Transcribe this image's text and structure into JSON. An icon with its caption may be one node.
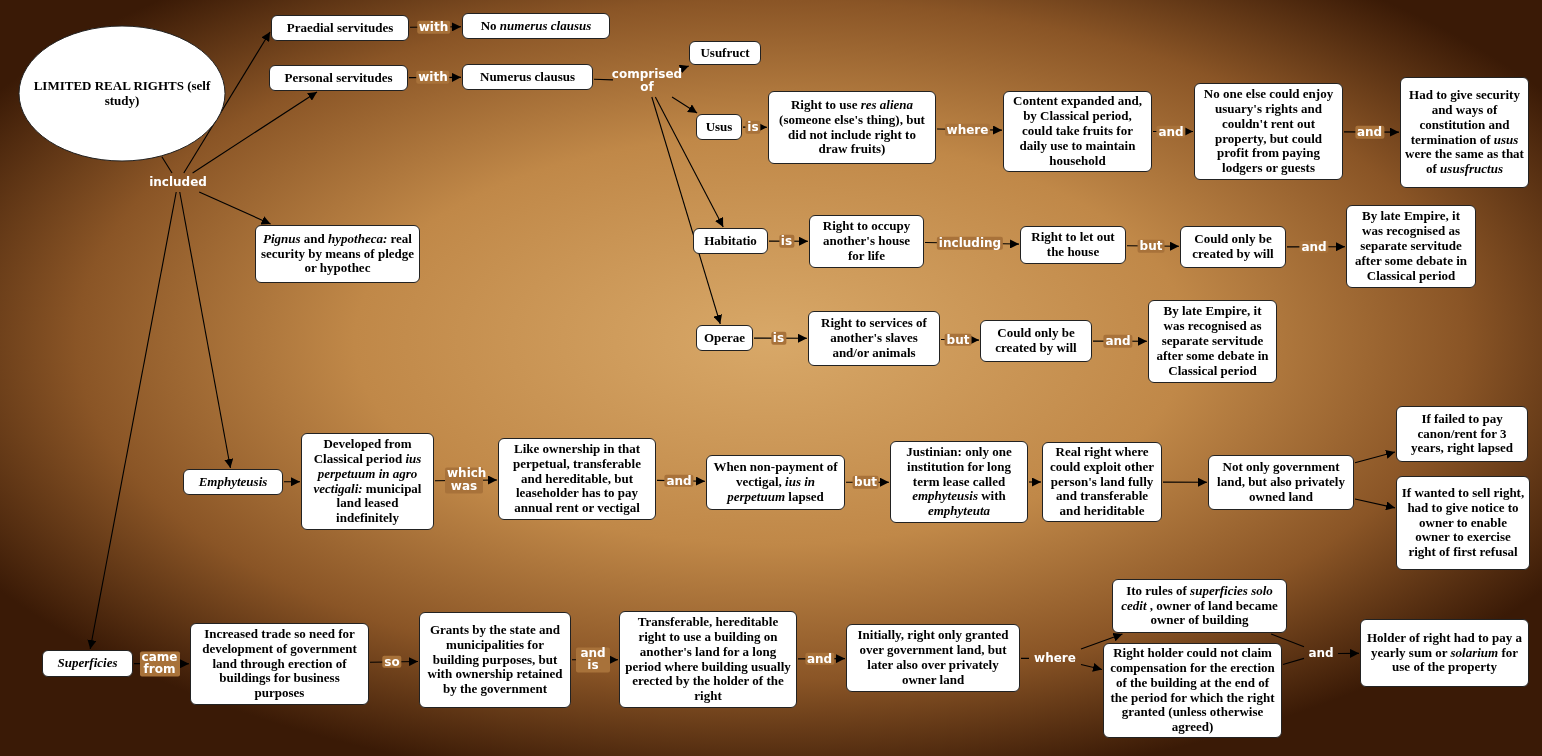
{
  "diagram": {
    "nodes": [
      {
        "text": [
          "LIMITED REAL RIGHTS (self study)"
        ]
      },
      {
        "text": [
          "included"
        ]
      },
      {
        "text": [
          "Praedial servitudes"
        ]
      },
      {
        "text": [
          "No *numerus clausus*"
        ]
      },
      {
        "text": [
          "Personal servitudes"
        ]
      },
      {
        "text": [
          "Numerus clausus"
        ]
      },
      {
        "text": [
          "comprised of"
        ]
      },
      {
        "text": [
          "Usufruct"
        ]
      },
      {
        "text": [
          "Usus"
        ]
      },
      {
        "text": [
          "Right to use *res aliena* (someone else's thing), but did not include right to draw fruits)"
        ]
      },
      {
        "text": [
          "Content expanded and, by Classical period, could take fruits for daily use to maintain household"
        ]
      },
      {
        "text": [
          "No one else could enjoy usuary's rights and couldn't rent out property, but could profit from paying lodgers or guests"
        ]
      },
      {
        "text": [
          "Had to give security and ways of constitution and termination of *usus* were the same as that of *ususfructus*"
        ]
      },
      {
        "text": [
          "Habitatio"
        ]
      },
      {
        "text": [
          "Right to occupy another's house for life"
        ]
      },
      {
        "text": [
          "Right to let out the house"
        ]
      },
      {
        "text": [
          "Could only be created by will"
        ]
      },
      {
        "text": [
          "By late Empire, it was recognised as separate servitude after some debate in Classical period"
        ]
      },
      {
        "text": [
          "Operae"
        ]
      },
      {
        "text": [
          "Right to services of another's slaves and/or animals"
        ]
      },
      {
        "text": [
          "Could only be created by will"
        ]
      },
      {
        "text": [
          "By late Empire, it was recognised as separate servitude after some debate in Classical period"
        ]
      },
      {
        "text": [
          "*Pignus* and *hypotheca:* real security by means of pledge or hypothec"
        ]
      },
      {
        "text": [
          "Emphyteusis"
        ]
      },
      {
        "text": [
          "Developed from Classical period *ius perpetuum in agro vectigali:* municipal land leased indefinitely"
        ]
      },
      {
        "text": [
          "Like ownership in that perpetual, transferable and hereditable, but leaseholder has to pay annual rent or vectigal"
        ]
      },
      {
        "text": [
          "When non-payment of vectigal, *ius in perpetuum* lapsed"
        ]
      },
      {
        "text": [
          "Justinian: only one institution for long term lease called *emphyteusis* with *emphyteuta*"
        ]
      },
      {
        "text": [
          "Real right where could exploit other person's land fully and transferable and heriditable"
        ]
      },
      {
        "text": [
          "Not only government land, but also privately owned land"
        ]
      },
      {
        "text": [
          "If failed to pay canon/rent for 3 years, right lapsed"
        ]
      },
      {
        "text": [
          "If wanted to sell right,  had to give notice to owner to enable owner to exercise right of first refusal"
        ]
      },
      {
        "text": [
          "Superficies"
        ]
      },
      {
        "text": [
          "Increased trade so need for development of government land through erection of buildings for business purposes"
        ]
      },
      {
        "text": [
          "Grants by the state and municipalities for building purposes, but with ownership retained by the government"
        ]
      },
      {
        "text": [
          "Transferable, hereditable right to use a building on another's land for a long period where building usually erected by the holder of the right"
        ]
      },
      {
        "text": [
          "Initially, right only granted over government land, but later also over privately owner land"
        ]
      },
      {
        "text": [
          "where"
        ]
      },
      {
        "text": [
          "Ito rules of *superficies solo cedit* , owner of land became owner of building"
        ]
      },
      {
        "text": [
          "Right holder could not claim compensation for the erection of the building at the end of the period for which the right granted (unless otherwise agreed)"
        ]
      },
      {
        "text": [
          "and"
        ]
      },
      {
        "text": [
          "Holder of right had to pay a yearly sum or *solarium* for use of the property"
        ]
      }
    ],
    "edges": [
      {
        "from": 0,
        "to": 1,
        "arrow": "none"
      },
      {
        "from": 1,
        "to": 2,
        "arrow": "to"
      },
      {
        "from": 1,
        "to": 4,
        "arrow": "to"
      },
      {
        "from": 1,
        "to": 22,
        "arrow": "to"
      },
      {
        "from": 1,
        "to": 23,
        "arrow": "to"
      },
      {
        "from": 1,
        "to": 32,
        "arrow": "to"
      },
      {
        "from": 2,
        "to": 3,
        "arrow": "to",
        "label": "with"
      },
      {
        "from": 4,
        "to": 5,
        "arrow": "to",
        "label": "with"
      },
      {
        "from": 5,
        "to": 6,
        "arrow": "none"
      },
      {
        "from": 6,
        "to": 7,
        "arrow": "to"
      },
      {
        "from": 6,
        "to": 8,
        "arrow": "to"
      },
      {
        "from": 6,
        "to": 13,
        "arrow": "to"
      },
      {
        "from": 6,
        "to": 18,
        "arrow": "to"
      },
      {
        "from": 8,
        "to": 9,
        "arrow": "to",
        "label": "is"
      },
      {
        "from": 9,
        "to": 10,
        "arrow": "to",
        "label": "where"
      },
      {
        "from": 10,
        "to": 11,
        "arrow": "to",
        "label": "and"
      },
      {
        "from": 11,
        "to": 12,
        "arrow": "to",
        "label": "and"
      },
      {
        "from": 13,
        "to": 14,
        "arrow": "to",
        "label": "is"
      },
      {
        "from": 14,
        "to": 15,
        "arrow": "to",
        "label": "including"
      },
      {
        "from": 15,
        "to": 16,
        "arrow": "to",
        "label": "but"
      },
      {
        "from": 16,
        "to": 17,
        "arrow": "to",
        "label": "and"
      },
      {
        "from": 18,
        "to": 19,
        "arrow": "to",
        "label": "is"
      },
      {
        "from": 19,
        "to": 20,
        "arrow": "to",
        "label": "but"
      },
      {
        "from": 20,
        "to": 21,
        "arrow": "to",
        "label": "and"
      },
      {
        "from": 23,
        "to": 24,
        "arrow": "to"
      },
      {
        "from": 24,
        "to": 25,
        "arrow": "to",
        "label": "which was"
      },
      {
        "from": 25,
        "to": 26,
        "arrow": "to",
        "label": "and"
      },
      {
        "from": 26,
        "to": 27,
        "arrow": "to",
        "label": "but"
      },
      {
        "from": 27,
        "to": 28,
        "arrow": "to"
      },
      {
        "from": 28,
        "to": 29,
        "arrow": "to"
      },
      {
        "from": 29,
        "to": 30,
        "arrow": "to"
      },
      {
        "from": 29,
        "to": 31,
        "arrow": "to"
      },
      {
        "from": 32,
        "to": 33,
        "arrow": "to",
        "label": "came from"
      },
      {
        "from": 33,
        "to": 34,
        "arrow": "to",
        "label": "so"
      },
      {
        "from": 34,
        "to": 35,
        "arrow": "to",
        "label": "and is"
      },
      {
        "from": 35,
        "to": 36,
        "arrow": "to",
        "label": "and"
      },
      {
        "from": 36,
        "to": 37,
        "arrow": "none"
      },
      {
        "from": 37,
        "to": 38,
        "arrow": "to"
      },
      {
        "from": 37,
        "to": 39,
        "arrow": "to"
      },
      {
        "from": 38,
        "to": 40,
        "arrow": "none"
      },
      {
        "from": 39,
        "to": 40,
        "arrow": "none"
      },
      {
        "from": 40,
        "to": 41,
        "arrow": "to"
      }
    ]
  }
}
